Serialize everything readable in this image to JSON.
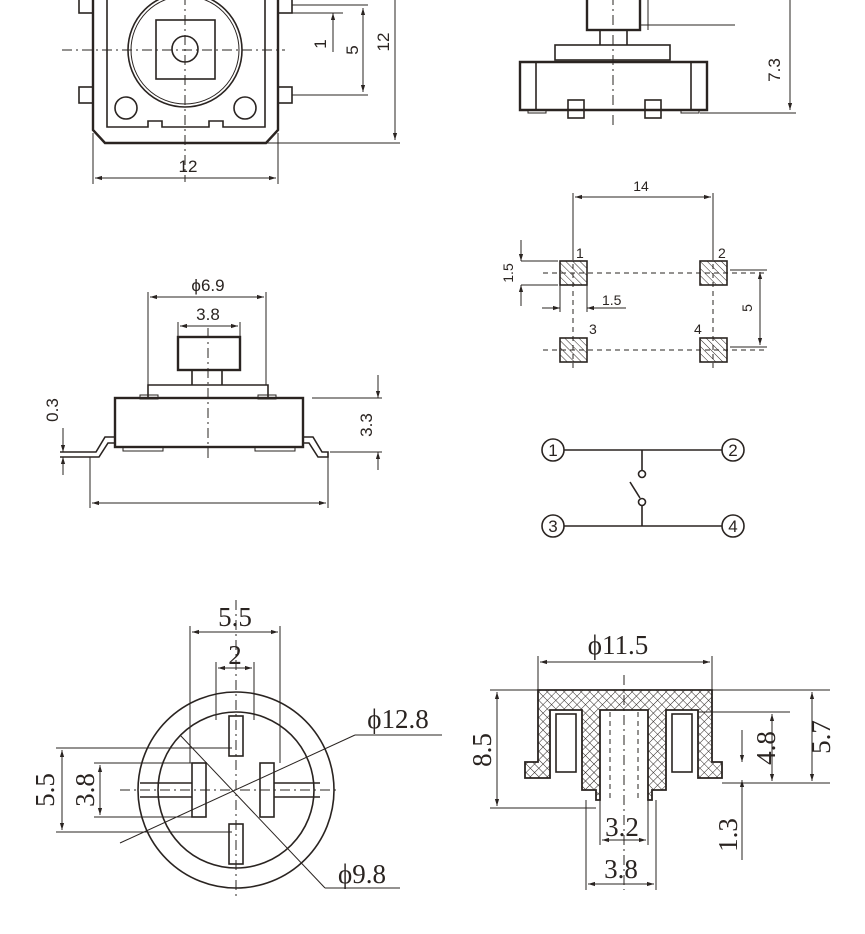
{
  "top_view": {
    "dim_width": "12",
    "dim_height": "12",
    "dim_pitch": "5",
    "dim_offset": "1"
  },
  "side_view_top": {
    "dim_height": "7.3"
  },
  "pad_layout": {
    "dim_pitch_x": "14",
    "dim_pad_h": "1.5",
    "dim_pad_w": "1.5",
    "dim_pitch_y": "5",
    "pins": [
      "1",
      "2",
      "3",
      "4"
    ]
  },
  "schematic": {
    "terminals": [
      "1",
      "2",
      "3",
      "4"
    ]
  },
  "side_view": {
    "dim_cap_dia": "ϕ6.9",
    "dim_stem": "3.8",
    "dim_height": "3.3",
    "dim_lead": "0.3"
  },
  "cap_top_view": {
    "dim_outer_w": "5.5",
    "dim_inner_w": "2",
    "dim_outer_h": "5.5",
    "dim_inner_h": "3.8",
    "dim_outer_dia": "ϕ12.8",
    "dim_inner_dia": "ϕ9.8"
  },
  "cap_section": {
    "dim_dia": "ϕ11.5",
    "dim_total_h": "8.5",
    "dim_h1": "5.7",
    "dim_h2": "4.8",
    "dim_h3": "1.3",
    "dim_bore_in": "3.2",
    "dim_bore_out": "3.8"
  },
  "colors": {
    "line": "#2a2421",
    "background": "#ffffff"
  }
}
